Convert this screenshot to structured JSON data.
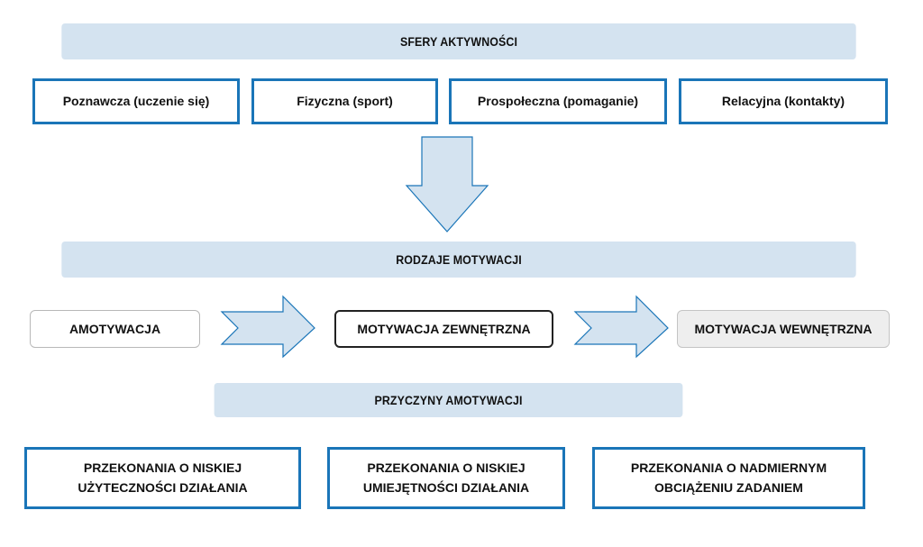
{
  "sections": {
    "spheres": "SFERY AKTYWNOŚCI",
    "types": "RODZAJE MOTYWACJI",
    "causes": "PRZYCZYNY AMOTYWACJI"
  },
  "spheres_boxes": [
    "Poznawcza (uczenie się)",
    "Fizyczna (sport)",
    "Prospołeczna (pomaganie)",
    "Relacyjna (kontakty)"
  ],
  "motivation_types": [
    "AMOTYWACJA",
    "MOTYWACJA ZEWNĘTRZNA",
    "MOTYWACJA WEWNĘTRZNA"
  ],
  "causes_boxes": [
    {
      "line1": "PRZEKONANIA O NISKIEJ",
      "line2": "UŻYTECZNOŚCI DZIAŁANIA"
    },
    {
      "line1": "PRZEKONANIA O NISKIEJ",
      "line2": "UMIEJĘTNOŚCI DZIAŁANIA"
    },
    {
      "line1": "PRZEKONANIA O NADMIERNYM",
      "line2": "OBCIĄŻENIU ZADANIEM"
    }
  ],
  "colors": {
    "band": "#d4e3f0",
    "box_border": "#1a75b8",
    "arrow_fill": "#d4e3f0",
    "arrow_stroke": "#1a75b8"
  }
}
